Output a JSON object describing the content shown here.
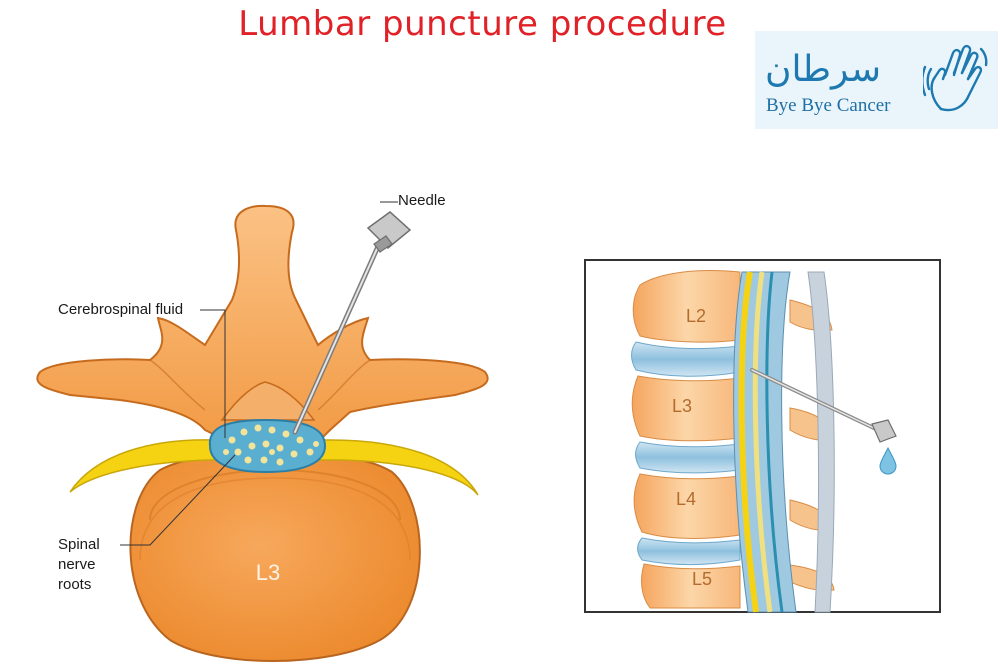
{
  "title": "Lumbar puncture procedure",
  "logo": {
    "arabic": "سرطان",
    "text": "Bye Bye Cancer",
    "icon": "waving-hand-icon"
  },
  "labels": {
    "needle": "Needle",
    "csf": "Cerebrospinal fluid",
    "nerve_line1": "Spinal",
    "nerve_line2": "nerve",
    "nerve_line3": "roots",
    "vertebra_main": "L3"
  },
  "inset": {
    "vertebrae": [
      "L2",
      "L3",
      "L4",
      "L5"
    ]
  },
  "colors": {
    "title": "#e02127",
    "bone_fill": "#f7a65a",
    "bone_light": "#fbd3a6",
    "yellow_band": "#f6d312",
    "csf_fill": "#5aaed0",
    "disc": "#a7cde4"
  }
}
